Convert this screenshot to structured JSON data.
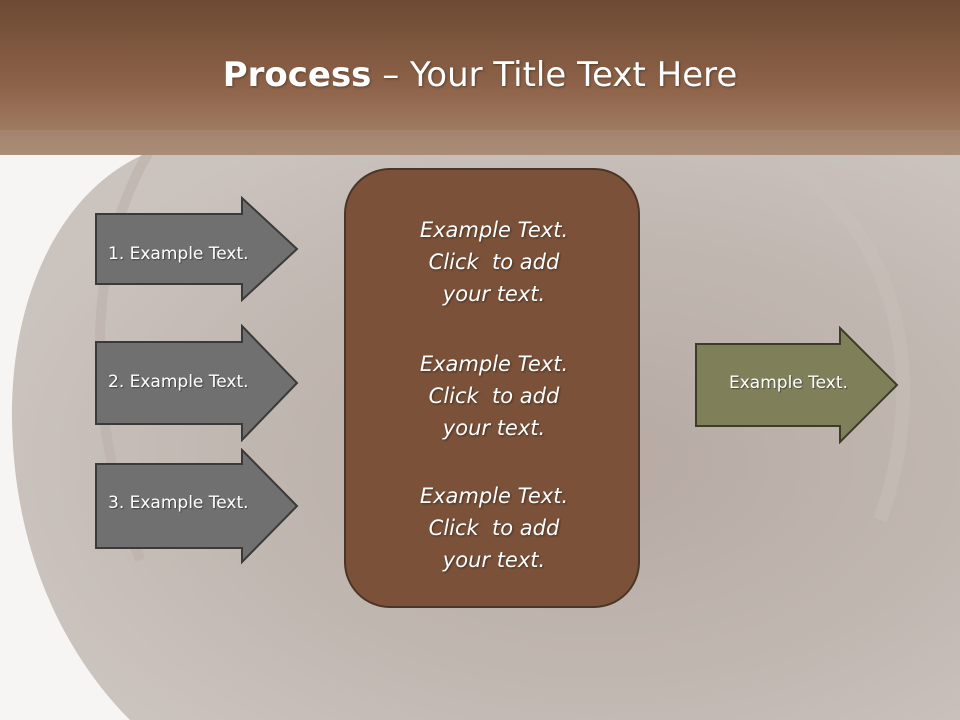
{
  "slide": {
    "title_bold": "Process",
    "title_rest": " – Your Title Text Here"
  },
  "inputs": [
    {
      "label": "1. Example Text."
    },
    {
      "label": "2. Example Text."
    },
    {
      "label": "3. Example Text."
    }
  ],
  "center": {
    "blocks": [
      {
        "line1": "Example Text.",
        "line2": "Click  to add",
        "line3": "your text."
      },
      {
        "line1": "Example Text.",
        "line2": "Click  to add",
        "line3": "your text."
      },
      {
        "line1": "Example Text.",
        "line2": "Click  to add",
        "line3": "your text."
      }
    ]
  },
  "output": {
    "label": "Example Text."
  },
  "colors": {
    "header_brown": "#8a5e44",
    "box_brown": "#7b5239",
    "arrow_gray": "#707070",
    "arrow_olive": "#7f7f5a"
  }
}
